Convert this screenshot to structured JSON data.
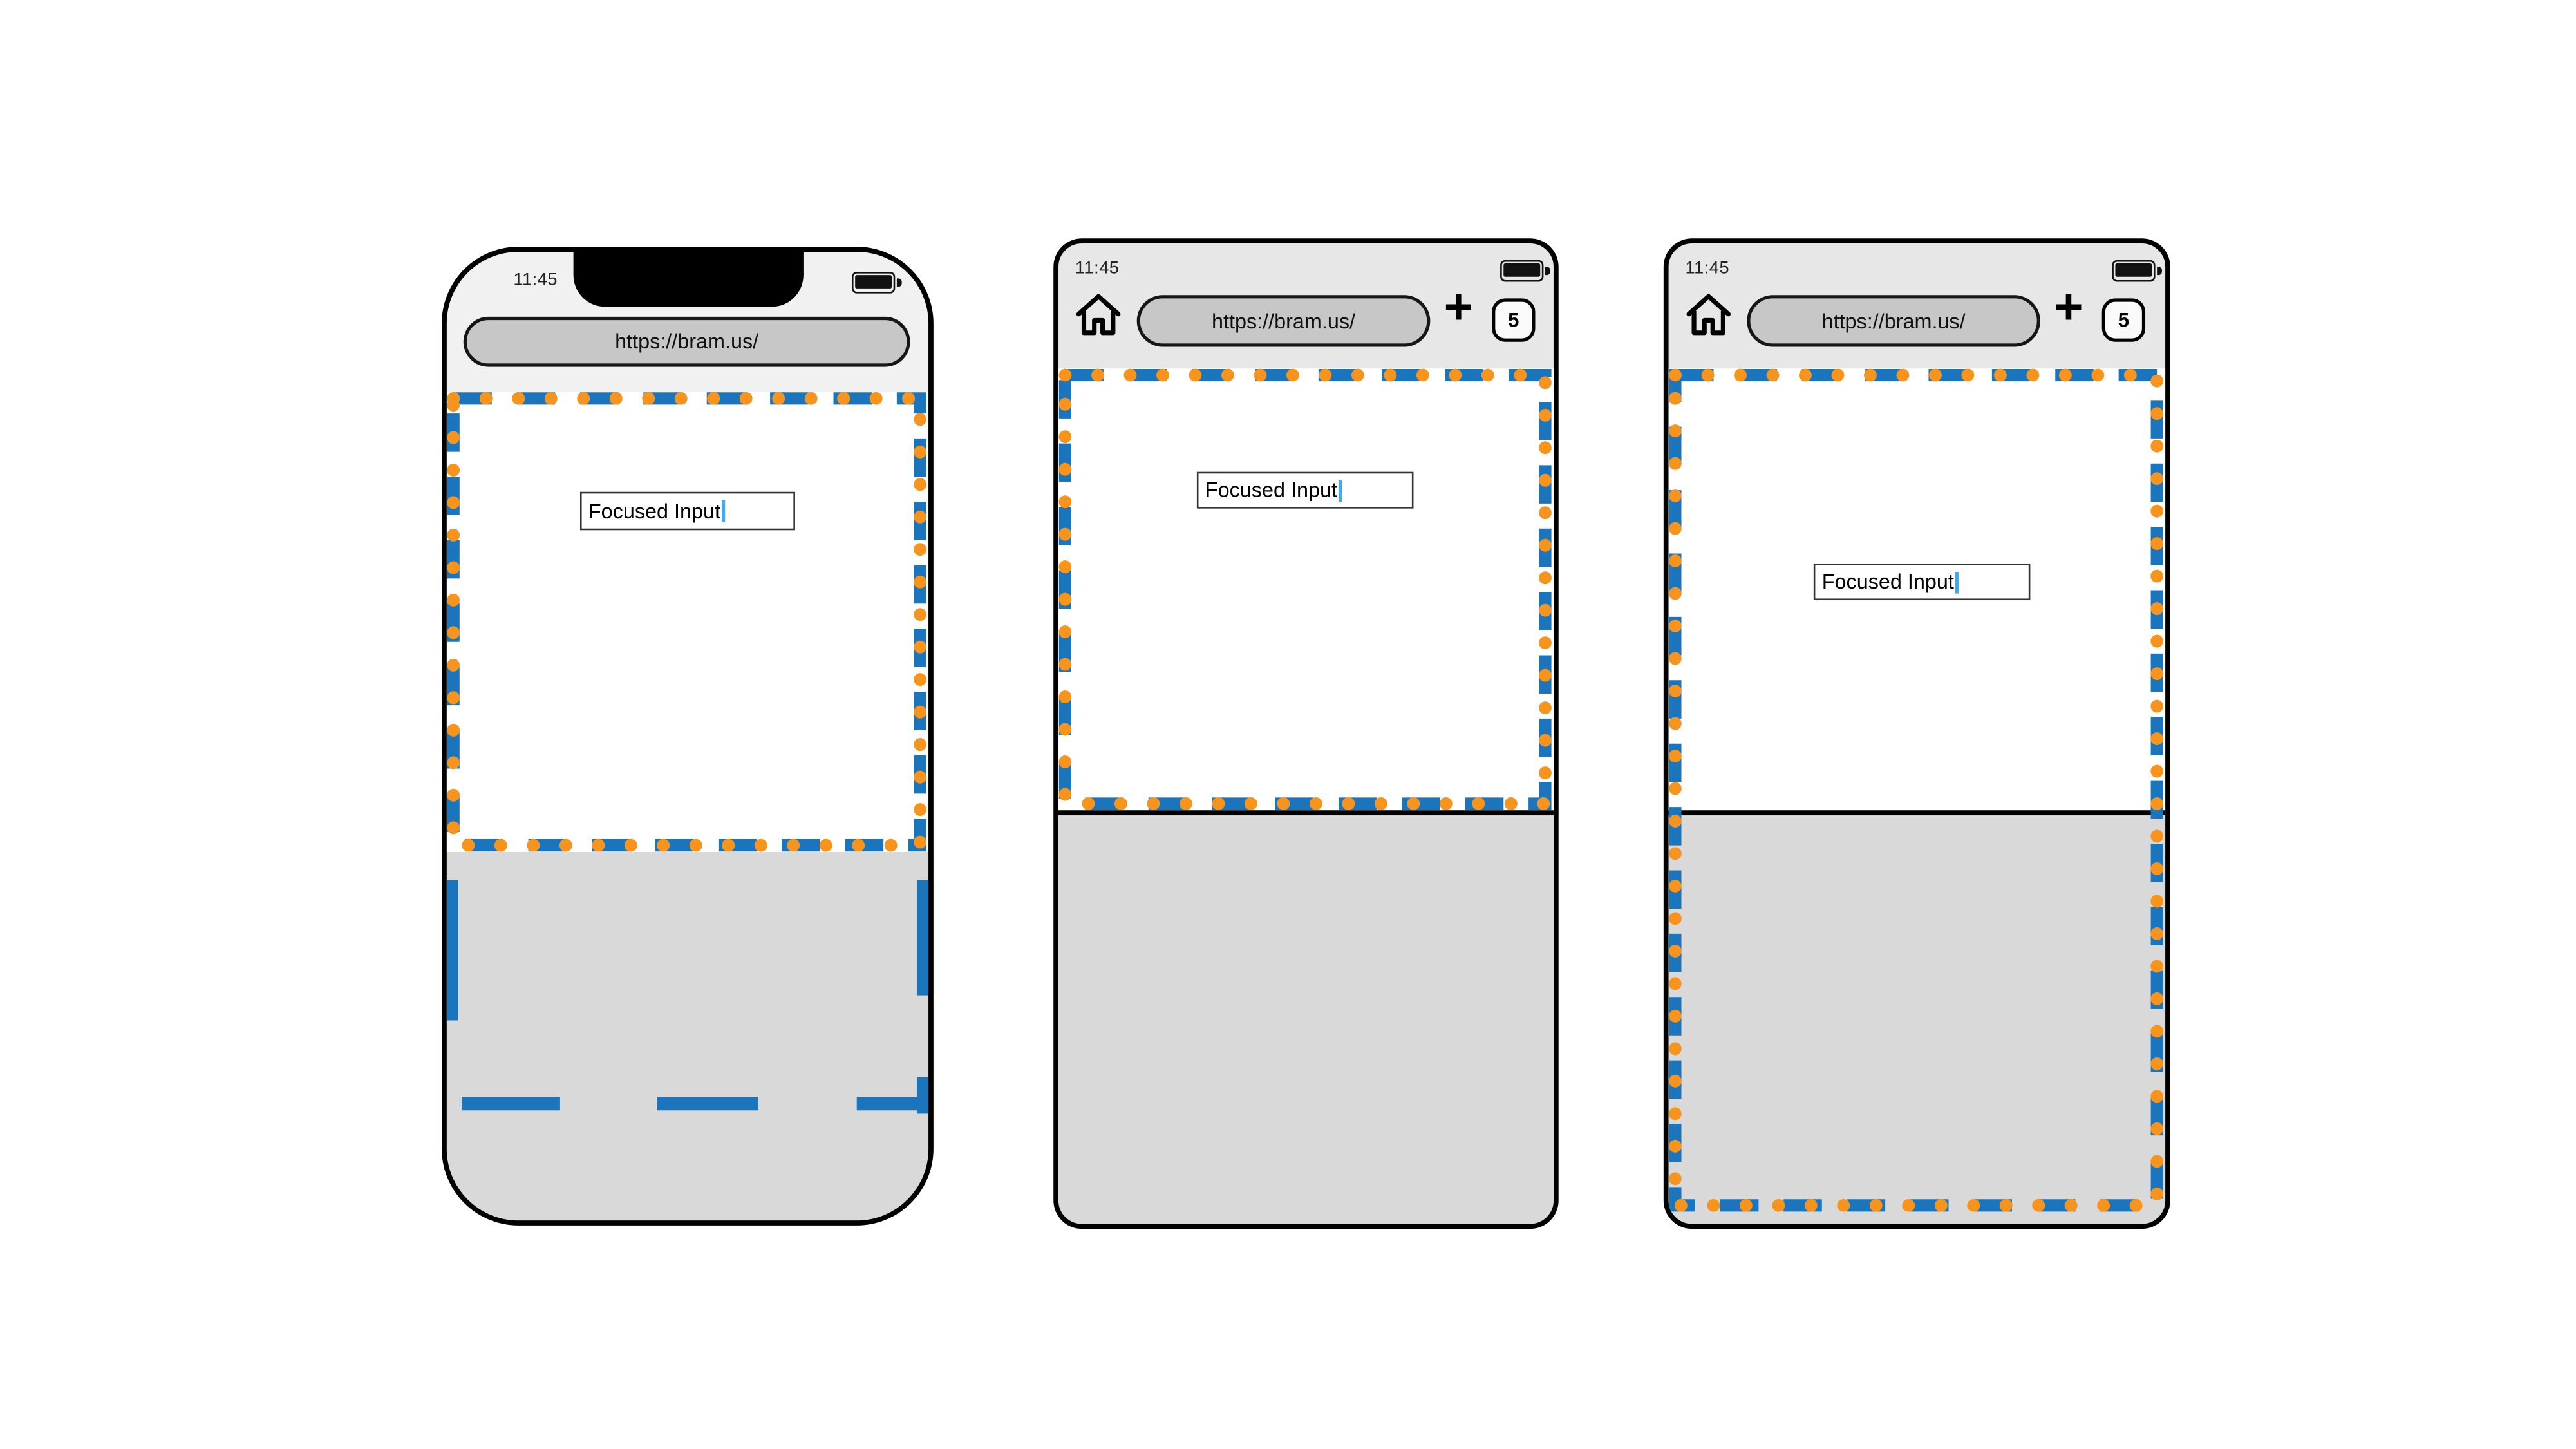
{
  "colors": {
    "layout_viewport_blue": "#1b75bc",
    "visual_viewport_orange": "#f7941e",
    "text_cursor_blue": "#3fa9f5",
    "keyboard_gray": "#d9d9d9"
  },
  "phones": [
    {
      "name": "ios-safari",
      "status_time": "11:45",
      "url": "https://bram.us/",
      "focused_input_value": "Focused Input"
    },
    {
      "name": "android-browser-viewport-resizes",
      "status_time": "11:45",
      "url": "https://bram.us/",
      "new_tab_label": "+",
      "tab_count": "5",
      "focused_input_value": "Focused Input"
    },
    {
      "name": "android-browser-keyboard-overlays",
      "status_time": "11:45",
      "url": "https://bram.us/",
      "new_tab_label": "+",
      "tab_count": "5",
      "focused_input_value": "Focused Input"
    }
  ]
}
